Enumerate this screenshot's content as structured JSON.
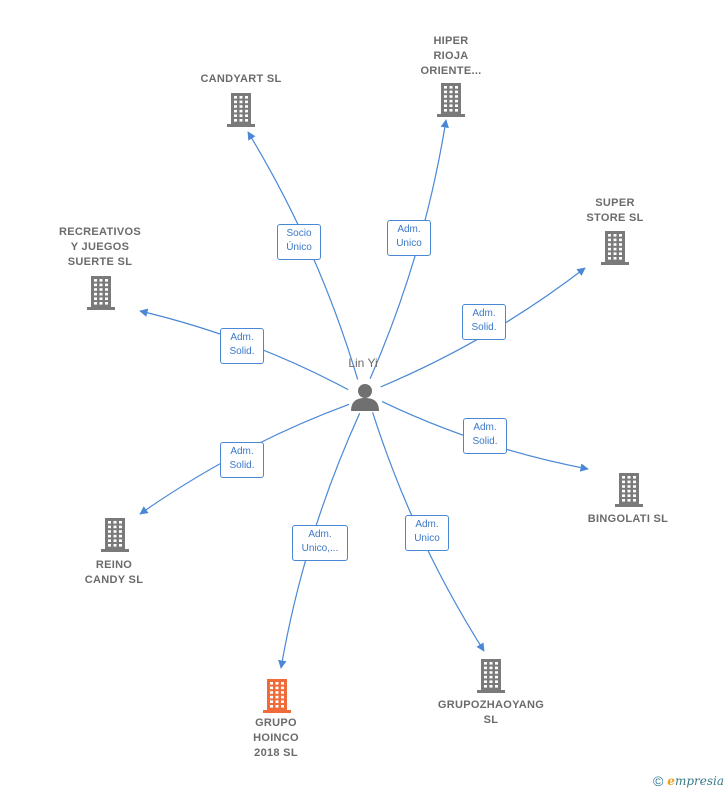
{
  "center": {
    "name": "Lin Yi",
    "icon": "person-icon"
  },
  "nodes": [
    {
      "id": "candyart",
      "label": "CANDYART  SL",
      "icon": "building-icon",
      "highlight": false,
      "edge_label": "Socio\nÚnico"
    },
    {
      "id": "hiper",
      "label": "HIPER\nRIOJA\nORIENTE...",
      "icon": "building-icon",
      "highlight": false,
      "edge_label": "Adm.\nUnico"
    },
    {
      "id": "super",
      "label": "SUPER\nSTORE  SL",
      "icon": "building-icon",
      "highlight": false,
      "edge_label": "Adm.\nSolid."
    },
    {
      "id": "recreativos",
      "label": "RECREATIVOS\nY JUEGOS\nSUERTE  SL",
      "icon": "building-icon",
      "highlight": false,
      "edge_label": "Adm.\nSolid."
    },
    {
      "id": "bingolati",
      "label": "BINGOLATI  SL",
      "icon": "building-icon",
      "highlight": false,
      "edge_label": "Adm.\nSolid."
    },
    {
      "id": "reino",
      "label": "REINO\nCANDY SL",
      "icon": "building-icon",
      "highlight": false,
      "edge_label": "Adm.\nSolid."
    },
    {
      "id": "grupo",
      "label": "GRUPO\nHOINCO\n2018  SL",
      "icon": "building-icon",
      "highlight": true,
      "edge_label": "Adm.\nUnico,..."
    },
    {
      "id": "zhaoyang",
      "label": "GRUPOZHAOYANG\nSL",
      "icon": "building-icon",
      "highlight": false,
      "edge_label": "Adm.\nUnico"
    }
  ],
  "colors": {
    "edge": "#4a88d6",
    "building": "#7a7a7a",
    "building_highlight": "#f06a3a",
    "person": "#707070"
  },
  "footer": {
    "copyright": "©",
    "brand_initial": "e",
    "brand_rest": "mpresia"
  }
}
